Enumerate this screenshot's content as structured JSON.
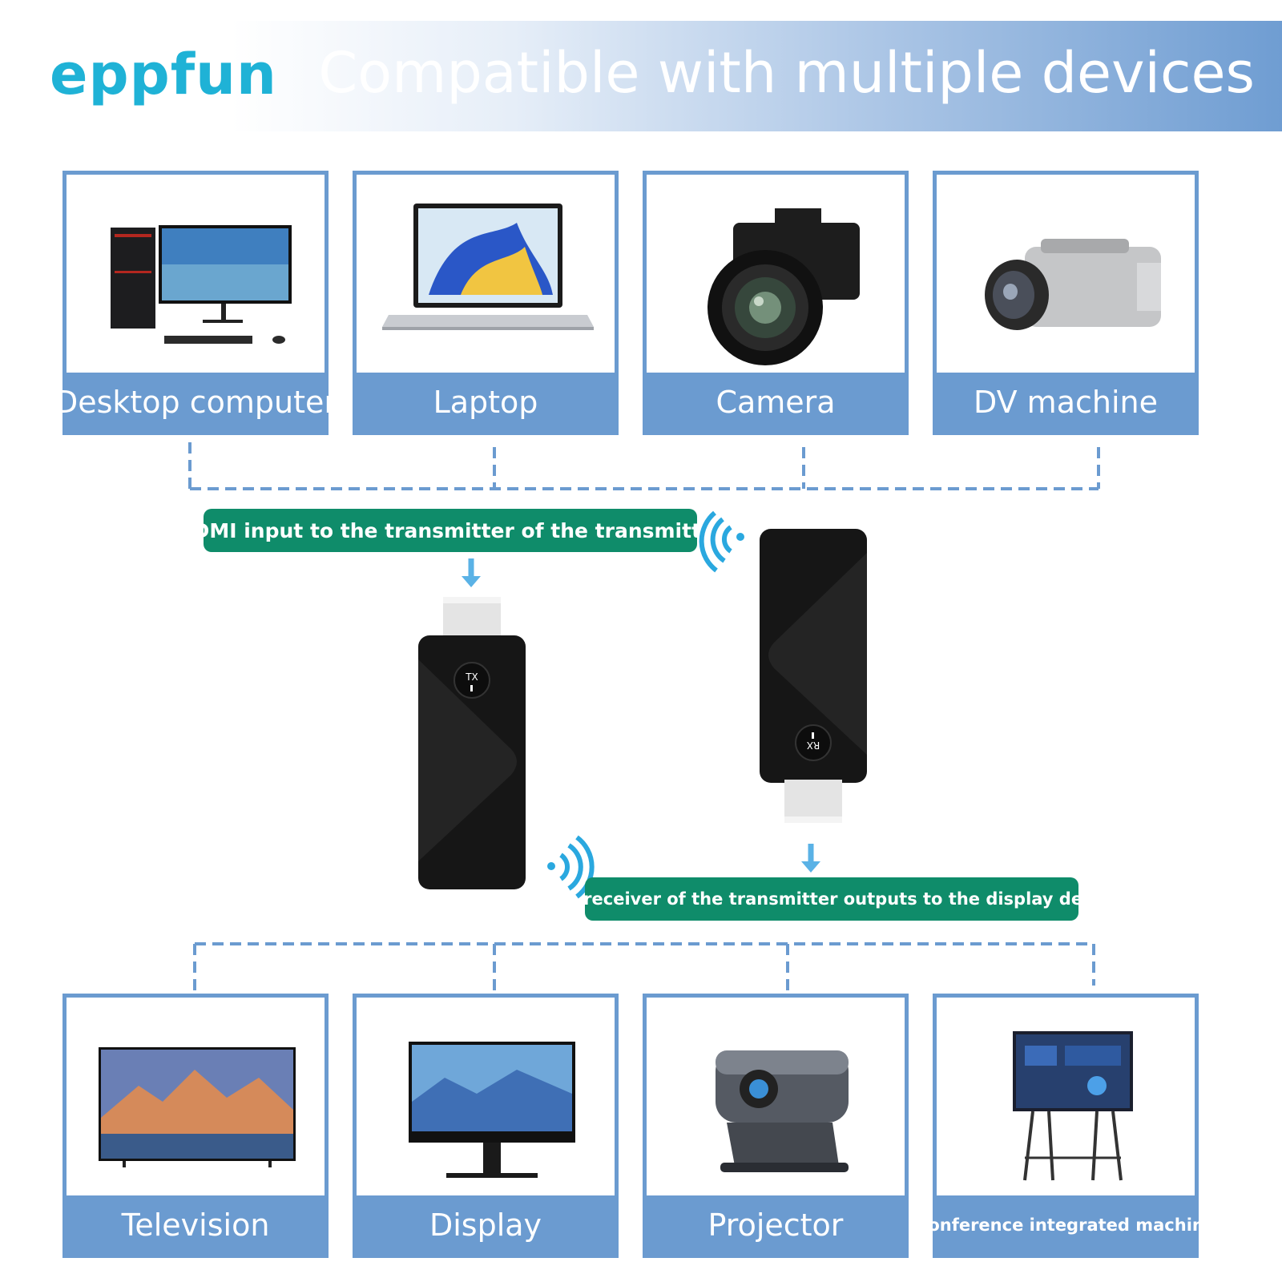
{
  "brand": {
    "logo": "eppfun",
    "headline": "Compatible with multiple devices"
  },
  "input_devices": [
    {
      "label": "Desktop computer"
    },
    {
      "label": "Laptop"
    },
    {
      "label": "Camera"
    },
    {
      "label": "DV machine"
    }
  ],
  "output_devices": [
    {
      "label": "Television"
    },
    {
      "label": "Display"
    },
    {
      "label": "Projector"
    },
    {
      "label": "Conference integrated machine"
    }
  ],
  "callouts": {
    "input": "HDMI input to the transmitter of the transmitter",
    "output": "The receiver of the transmitter outputs to the display device"
  },
  "dongles": {
    "tx": "TX",
    "rx": "RX"
  },
  "colors": {
    "card_border": "#6b9bd0",
    "pill": "#0f8c6a",
    "logo": "#1fb2d6",
    "signal": "#2aa8df"
  }
}
